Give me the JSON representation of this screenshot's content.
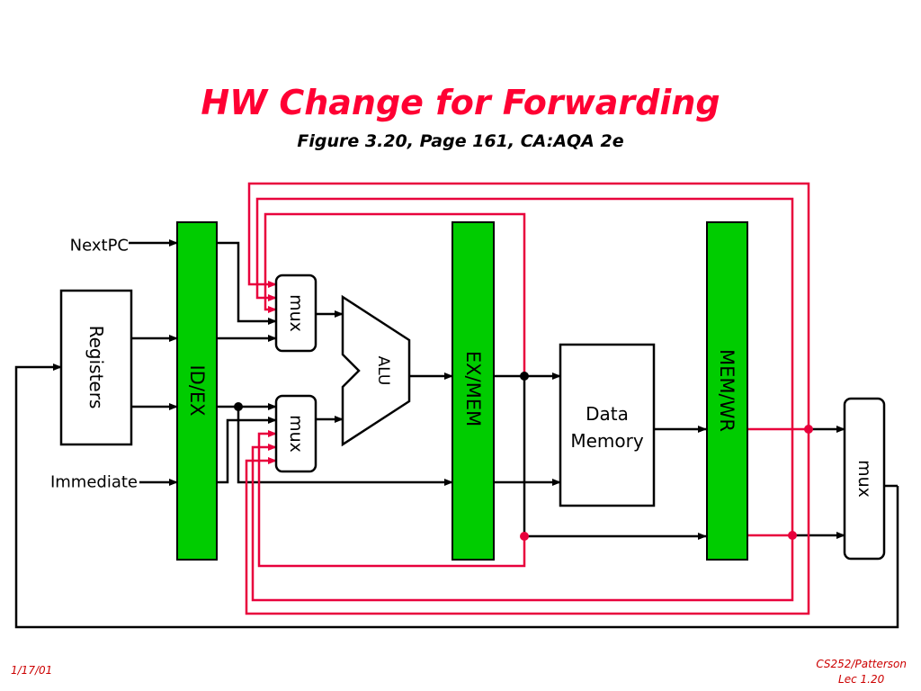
{
  "title": "HW Change for Forwarding",
  "subtitle": "Figure 3.20, Page 161, CA:AQA 2e",
  "footer": {
    "date": "1/17/01",
    "course": "CS252/Patterson",
    "lecture": "Lec 1.20"
  },
  "diagram": {
    "inputs": {
      "nextpc": "NextPC",
      "immediate": "Immediate"
    },
    "blocks": {
      "registers": "Registers",
      "id_ex": "ID/EX",
      "ex_mem": "EX/MEM",
      "mem_wr": "MEM/WR",
      "alu": "ALU",
      "mux_top": "mux",
      "mux_bottom": "mux",
      "mux_out": "mux",
      "data_memory_line1": "Data",
      "data_memory_line2": "Memory"
    },
    "colors": {
      "pipeline_register": "#00cc00",
      "forwarding_path": "#e8003c",
      "datapath": "#000000",
      "title": "#ff0033",
      "footer": "#cc0000"
    }
  }
}
